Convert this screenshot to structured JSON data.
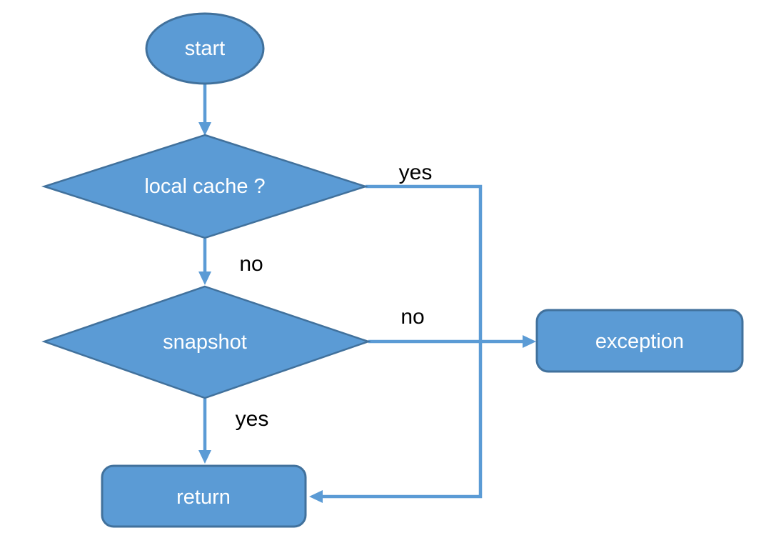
{
  "diagram": {
    "type": "flowchart",
    "background": "#FFFFFF",
    "colors": {
      "node_fill": "#5B9BD5",
      "node_border": "#41719C",
      "connector": "#5B9BD5",
      "node_text": "#FFFFFF",
      "edge_label_text": "#000000"
    },
    "nodes": {
      "start": {
        "label": "start",
        "shape": "ellipse"
      },
      "local_cache": {
        "label": "local cache ?",
        "shape": "diamond"
      },
      "snapshot": {
        "label": "snapshot",
        "shape": "diamond"
      },
      "exception": {
        "label": "exception",
        "shape": "rounded-rect"
      },
      "return_node": {
        "label": "return",
        "shape": "rounded-rect"
      }
    },
    "edges": {
      "start_to_local_cache": {
        "from": "start",
        "to": "local_cache",
        "label": ""
      },
      "local_cache_yes_to_return": {
        "from": "local_cache",
        "to": "return_node",
        "label": "yes"
      },
      "local_cache_no_to_snapshot": {
        "from": "local_cache",
        "to": "snapshot",
        "label": "no"
      },
      "snapshot_no_to_exception": {
        "from": "snapshot",
        "to": "exception",
        "label": "no"
      },
      "snapshot_yes_to_return": {
        "from": "snapshot",
        "to": "return_node",
        "label": "yes"
      }
    }
  }
}
